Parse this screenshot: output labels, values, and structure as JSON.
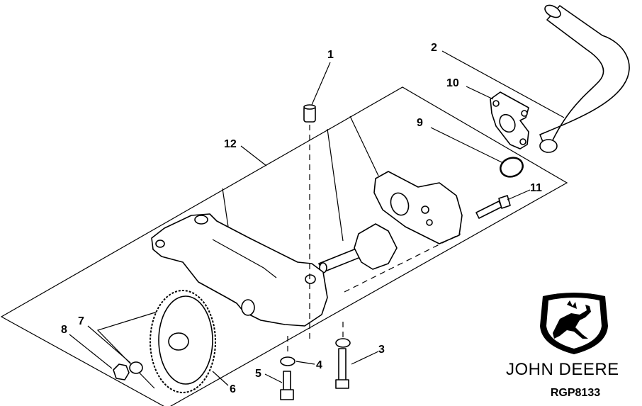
{
  "diagram": {
    "callouts": [
      {
        "id": "c1",
        "label": "1"
      },
      {
        "id": "c2",
        "label": "2"
      },
      {
        "id": "c3",
        "label": "3"
      },
      {
        "id": "c4",
        "label": "4"
      },
      {
        "id": "c5",
        "label": "5"
      },
      {
        "id": "c6",
        "label": "6"
      },
      {
        "id": "c7",
        "label": "7"
      },
      {
        "id": "c8",
        "label": "8"
      },
      {
        "id": "c9",
        "label": "9"
      },
      {
        "id": "c10",
        "label": "10"
      },
      {
        "id": "c11",
        "label": "11"
      },
      {
        "id": "c12",
        "label": "12"
      }
    ]
  },
  "brand": {
    "name": "JOHN DEERE",
    "logo_icon": "john-deere-deer-logo-icon"
  },
  "drawing_code": "RGP8133"
}
